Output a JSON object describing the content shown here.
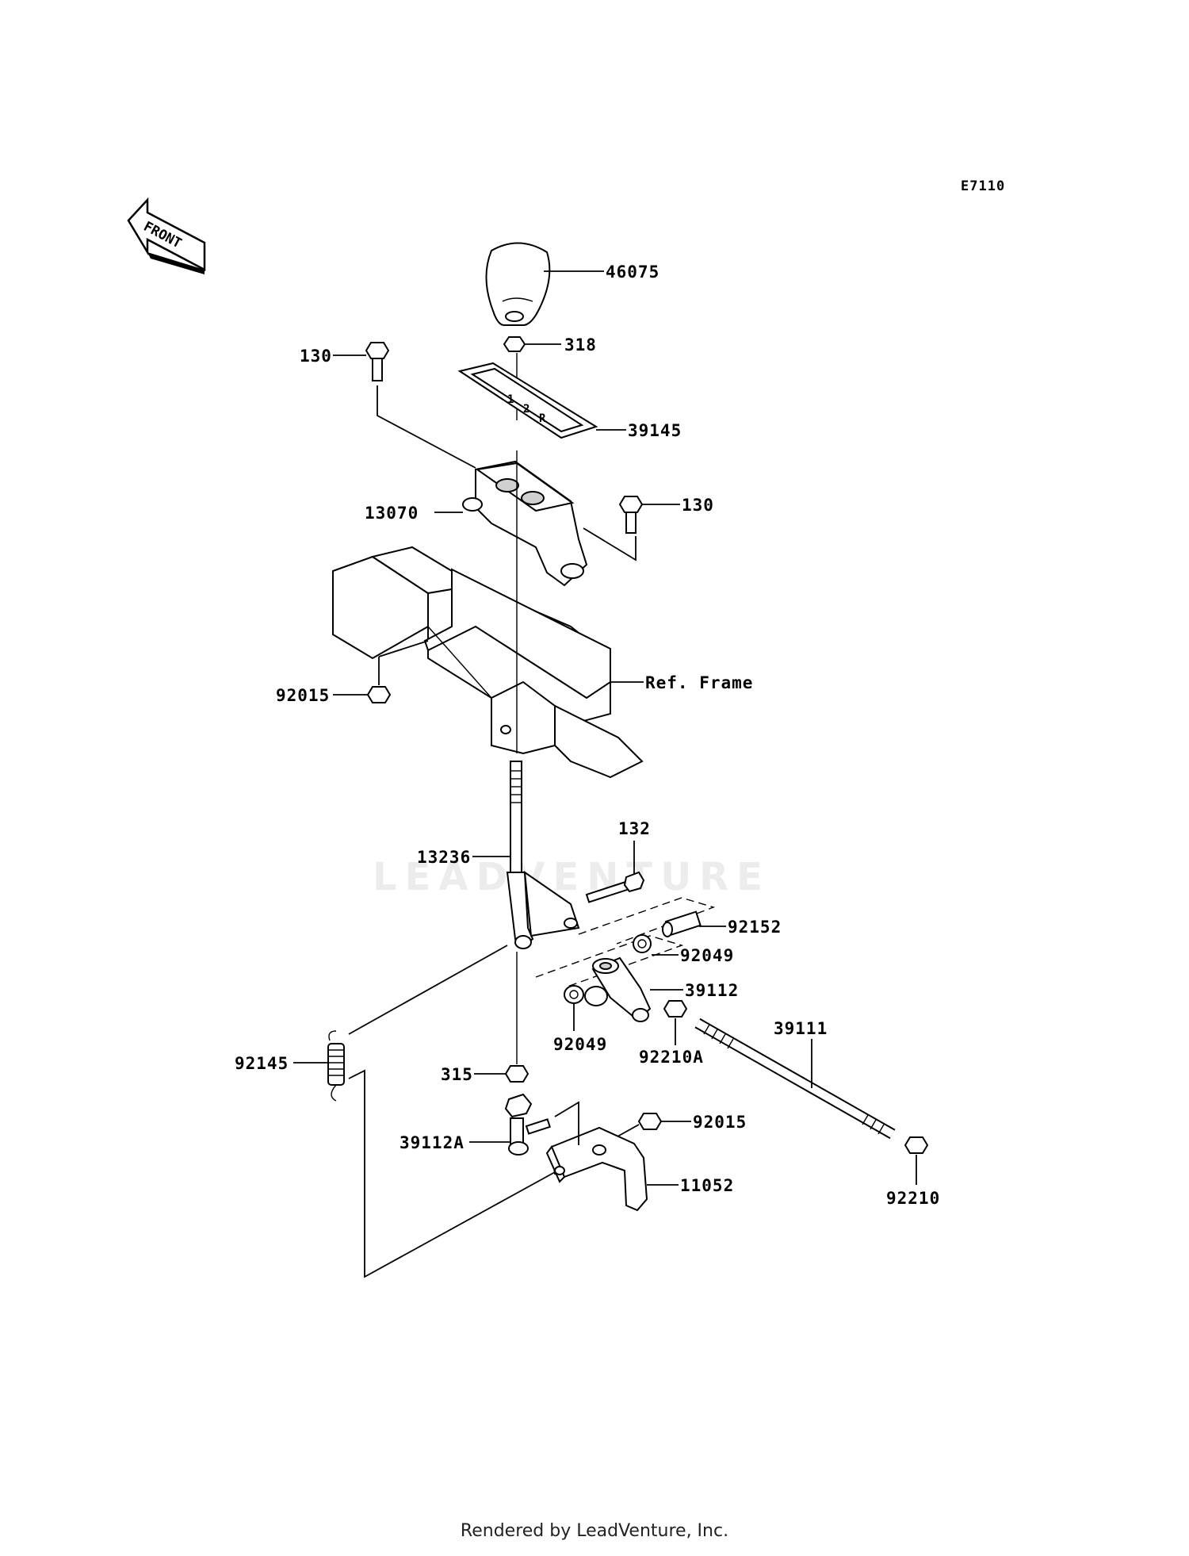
{
  "diagram_code": "E7110",
  "front_label": "FRONT",
  "watermark_text": "LEADVENTURE",
  "footer_text": "Rendered by LeadVenture, Inc.",
  "labels": {
    "p46075": "46075",
    "p318": "318",
    "p130a": "130",
    "p39145": "39145",
    "p13070": "13070",
    "p130b": "130",
    "p92015a": "92015",
    "ref_frame": "Ref. Frame",
    "p132": "132",
    "p13236": "13236",
    "p92152": "92152",
    "p92049a": "92049",
    "p39112": "39112",
    "p92049b": "92049",
    "p92210A": "92210A",
    "p39111": "39111",
    "p92145": "92145",
    "p315": "315",
    "p92015b": "92015",
    "p39112A": "39112A",
    "p11052": "11052",
    "p92210": "92210"
  }
}
